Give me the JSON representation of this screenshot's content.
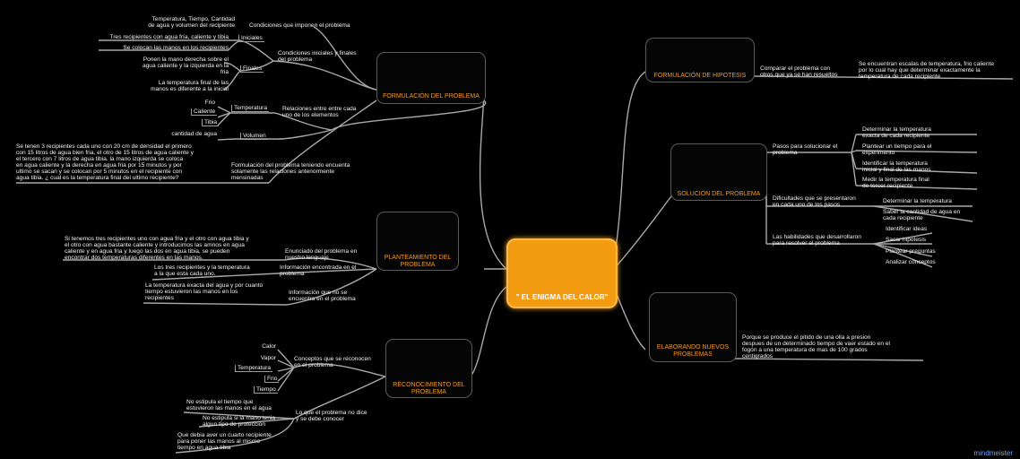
{
  "center": {
    "label": "\" EL ENIGMA DEL CALOR\""
  },
  "topics": {
    "formulacion": "FORMULACIÓN DEL PROBLEMA",
    "planteamiento": "PLANTEAMIENTO  DEL\nPROBLEMA",
    "reconocimiento": "RECONOCIMIENTO DEL\nPROBLEMA",
    "hipotesis": "FORMULACIÓN DE HIPOTESIS",
    "solucion": "SOLUCION DEL PROBLEMA",
    "elaborando": "ELABORANDO NUEVOS\nPROBLEMAS"
  },
  "formulacion": {
    "condiciones": "Condiciones que imponen el problema",
    "condiciones_detail": "Temperatura, Tiempo, Cantidad\nde agua y volumen del recipiente",
    "iniciales_finales": "Condiciones iniciales y finales\ndel problema",
    "iniciales": "Iniciales",
    "iniciales_1": "Tres recipientes con agua fría, caliente y tibia",
    "iniciales_2": "Se colocan las manos en los recipientes",
    "finales": "Finales",
    "finales_1": "Ponen la mano derecha sobre el\nagua caliente y la izquierda en la\nfria",
    "finales_2": "La  temperatura  final de las\nmanos es diferente  a la inicial",
    "relaciones": "Relaciones entre entre cada\nuno de los elementos",
    "temperatura": "Temperatura",
    "frio": "Frio",
    "caliente": "Caliente",
    "tibia": "Tibia",
    "volumen": "Volumen",
    "cantidad_agua": "cantidad de agua",
    "formulacion_label": "Formulación  del problema teniendo encuenta\nsolamente las relaciones anteriormente\nmensinadas",
    "formulacion_text": "Se  tenen 3 recipientes cada uno con 20 cm de densidad  el primero\ncon 15 litros de agua bien fria, el otro de 15 litros de agua caliente y\nel tercero con 7  litros de agua  tibia. la mano izquierda se  coloca\nen agua caliente y la derecha en agua fria por 15 minutos y  por\nultimo se  sacan y  se  colocan  por  5  minutos  en  el recipiente con\nagua  tibia. ¿ cual es la temperatura final del ultimo recipiente?"
  },
  "planteamiento": {
    "enunciado": "Enunciado del problema en\nnuestro lenguaje",
    "enunciado_text": "Si tenemos tres recipientes uno con agua fria y el otro con agua tibia y\nel otro con agua bastante caliente y introducimos las amnos  en  agua\ncaliente  y  en  agua  fria y luego  las  dos  en  agua  tibia, se  pueden\nencontrar  dos temperaturas diferentes  en  las manos.",
    "informacion": "Información encontrada en el\nproblema",
    "informacion_text": "Los tres  recipientes y la  temperatura\na  la  que esta cada uno.",
    "no_se": "Información que no se\nencuentra en el problema",
    "no_se_text": "La temperatura exacta del agua y por cuanto\ntiempo estuvieron las manos en los\nrecipientes"
  },
  "reconocimiento": {
    "conceptos": "Conceptos que se reconocen\nen el problema",
    "calor": "Calor",
    "vapor": "Vapor",
    "temperatura": "Temperatura",
    "frio": "Frio",
    "tiempo": "Tiempo",
    "no_dice": "Lo que el problema no  dice\ny se debe conocer",
    "no_dice_1": "No estipula  el tiempo que\nestuvieron las manos en el agua",
    "no_dice_2": "No estipula si la mano tenia\nalgun tipo de protección",
    "no_dice_3": "Que debia aver un cuarto recipiente\npara  poner las manos al mismo\ntiempo en agua tibia"
  },
  "hipotesis": {
    "comparar": "Comparar el problema con\notros que ya se han resueltos",
    "comparar_text": "Se encuentran escalas de temperatura, frio caliente\npor  lo  cual  hay  que determinar  exactamente  la\ntemperatura   de  cada  recipiente"
  },
  "solucion": {
    "pasos": "Pasos para  solucionar el\nproblema",
    "paso_1": "Determinar  la  temperatura\nexacta de cada recipiente",
    "paso_2": "Plantear  un tiempo para el\nexperimento",
    "paso_3": "Identificar la temperatura\ninicial y final de las manos",
    "paso_4": "Medir  la  temperatura  final\nde  tercer recipiente",
    "dificultades": "Dificultades  que se presentaron\nen  cada uno de los pasos",
    "dif_1": "Determinar  la  temperatura",
    "dif_2": "Saber la cantidad de agua en\ncada recipiente",
    "habilidades": "Las habilidades que desarrollaron\npara  resolver el problema",
    "hab_1": "Identificar ideas",
    "hab_2": "Sacar hipotesis",
    "hab_3": "Plantear preguntas",
    "hab_4": "Analizar  conceptos"
  },
  "elaborando": {
    "text": "Porque se  produce el  pitido de una olla a presion\ndespues de un determinado tiempo de vaer  estado en el\nfogón a una  temperatura de mas de 100 grados\ncentigrados"
  },
  "footer": {
    "brand": "mindmeister"
  },
  "colors": {
    "accent": "#f39c12",
    "topic_text": "#f59a1a",
    "background": "#000000",
    "lines": "#9a9a9a"
  }
}
